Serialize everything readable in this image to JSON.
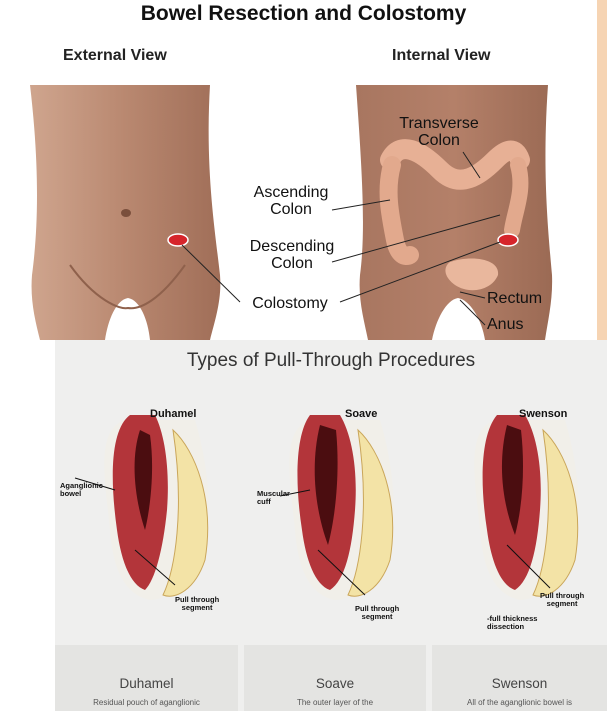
{
  "top": {
    "title": "Bowel Resection and Colostomy",
    "external_label": "External View",
    "internal_label": "Internal View",
    "labels": {
      "transverse_1": "Transverse",
      "transverse_2": "Colon",
      "ascending_1": "Ascending",
      "ascending_2": "Colon",
      "descending_1": "Descending",
      "descending_2": "Colon",
      "colostomy": "Colostomy",
      "rectum": "Rectum",
      "anus": "Anus"
    },
    "colors": {
      "skin": "#b4826a",
      "skin_dark": "#8a5b45",
      "colon": "#e7b095",
      "stoma": "#d6252b"
    }
  },
  "bottom": {
    "title": "Types of Pull-Through Procedures",
    "procedures": [
      {
        "name": "Duhamel",
        "labels": [
          "Aganglionic",
          "bowel",
          "Pull through",
          "segment"
        ]
      },
      {
        "name": "Soave",
        "labels": [
          "Muscular",
          "cuff",
          "Pull through",
          "segment"
        ]
      },
      {
        "name": "Swenson",
        "labels": [
          "Pull through",
          "segment",
          "-full thickness",
          "dissection"
        ]
      }
    ],
    "cards": [
      {
        "title": "Duhamel",
        "desc": "Residual pouch of aganglionic"
      },
      {
        "title": "Soave",
        "desc": "The outer layer of the"
      },
      {
        "title": "Swenson",
        "desc": "All of the aganglionic bowel is"
      }
    ],
    "colors": {
      "bg": "#efefee",
      "tissue": "#b3353a",
      "bone": "#f3e3a6"
    }
  }
}
